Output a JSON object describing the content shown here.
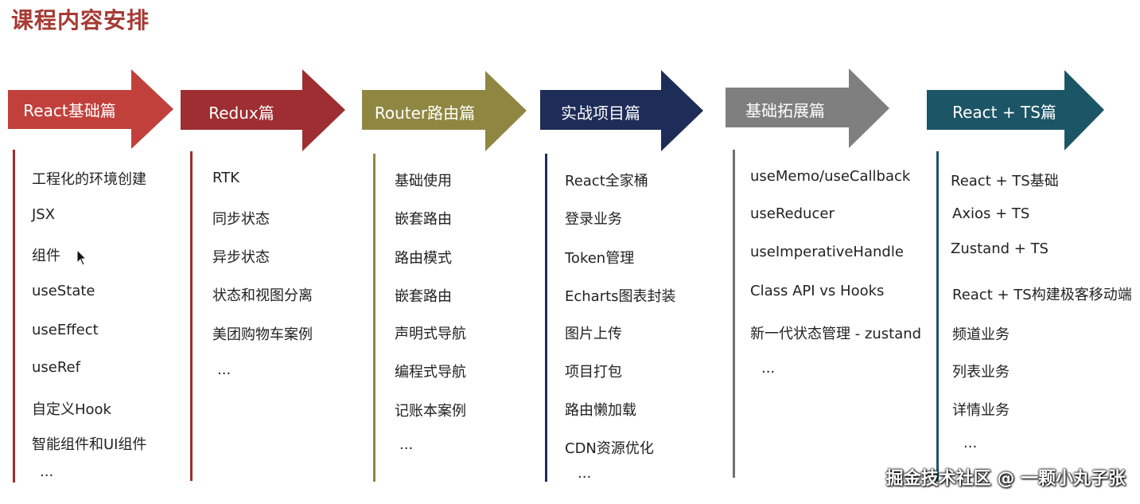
{
  "page_title": "课程内容安排",
  "watermark": "掘金技术社区 @ 一颗小丸子张",
  "columns": [
    {
      "label": "React基础篇",
      "color": "#c2403b",
      "items": [
        "工程化的环境创建",
        "JSX",
        "组件",
        "useState",
        "useEffect",
        "useRef",
        "自定义Hook",
        "智能组件和UI组件",
        "..."
      ]
    },
    {
      "label": "Redux篇",
      "color": "#9e2e31",
      "items": [
        "RTK",
        "同步状态",
        "异步状态",
        "状态和视图分离",
        "美团购物车案例",
        "..."
      ]
    },
    {
      "label": "Router路由篇",
      "color": "#8f8741",
      "items": [
        "基础使用",
        "嵌套路由",
        "路由模式",
        "嵌套路由",
        "声明式导航",
        "编程式导航",
        "记账本案例",
        "..."
      ]
    },
    {
      "label": "实战项目篇",
      "color": "#1e2c58",
      "items": [
        "React全家桶",
        "登录业务",
        "Token管理",
        "Echarts图表封装",
        "图片上传",
        "项目打包",
        "路由懒加载",
        "CDN资源优化",
        "..."
      ]
    },
    {
      "label": "基础拓展篇",
      "color": "#7f7f7f",
      "items": [
        "useMemo/useCallback",
        "useReducer",
        "useImperativeHandle",
        "Class API vs Hooks",
        "新一代状态管理 - zustand",
        "..."
      ]
    },
    {
      "label": "React + TS篇",
      "color": "#1c5566",
      "items": [
        "React + TS基础",
        "Axios + TS",
        "Zustand + TS",
        "React + TS构建极客移动端",
        "频道业务",
        "列表业务",
        "详情业务",
        "..."
      ]
    }
  ]
}
